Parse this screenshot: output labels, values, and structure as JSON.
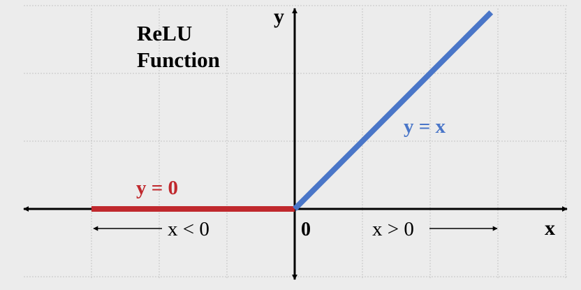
{
  "chart_data": {
    "type": "line",
    "title": "ReLU",
    "subtitle": "Function",
    "xlabel": "x",
    "ylabel": "y",
    "origin_label": "0",
    "xlim": [
      -3,
      4
    ],
    "ylim": [
      -1,
      3
    ],
    "grid": true,
    "series": [
      {
        "name": "y = 0",
        "x": [
          -3,
          0
        ],
        "y": [
          0,
          0
        ],
        "color": "#c0282d"
      },
      {
        "name": "y = x",
        "x": [
          0,
          2.9
        ],
        "y": [
          0,
          2.9
        ],
        "color": "#4a76c8"
      }
    ],
    "annotations": [
      {
        "text": "x < 0",
        "direction": "left"
      },
      {
        "text": "x > 0",
        "direction": "right"
      }
    ],
    "colors": {
      "background": "#ececec",
      "grid": "#c4c4c4",
      "axis": "#000000"
    }
  }
}
